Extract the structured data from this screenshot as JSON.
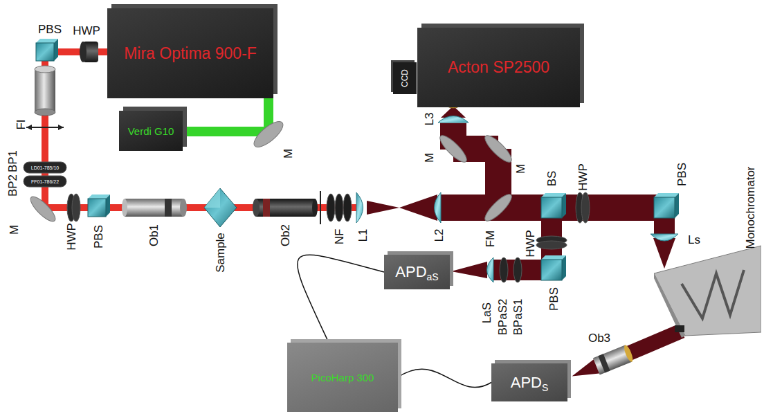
{
  "diagram": {
    "nodes": [
      {
        "text": [
          "Mira Optima 900-F"
        ]
      },
      {
        "text": [
          "Verdi G10"
        ]
      },
      {
        "text": [
          "Acton SP2500"
        ]
      },
      {
        "text": [
          "CCD"
        ]
      },
      {
        "text": [
          "APD",
          "aS"
        ]
      },
      {
        "text": [
          "PicoHarp 300"
        ]
      },
      {
        "text": [
          "Monochromator"
        ]
      },
      {
        "text": [
          "APD",
          "S"
        ]
      }
    ],
    "edges": [
      {
        "from": 4,
        "to": 5,
        "arrow": "none"
      },
      {
        "from": 7,
        "to": 5,
        "arrow": "none"
      }
    ],
    "labels": [
      "PBS",
      "HWP",
      "FI",
      "M",
      "BP2",
      "BP1",
      "LD01-785/10",
      "FF01-786/22",
      "M",
      "HWP",
      "PBS",
      "Ob1",
      "Sample",
      "Ob2",
      "NF",
      "L1",
      "L2",
      "FM",
      "M",
      "M",
      "L3",
      "BS",
      "HWP",
      "PBS",
      "HWP",
      "PBS",
      "LaS",
      "BPaS2",
      "BPaS1",
      "Ls",
      "Ob3"
    ]
  }
}
